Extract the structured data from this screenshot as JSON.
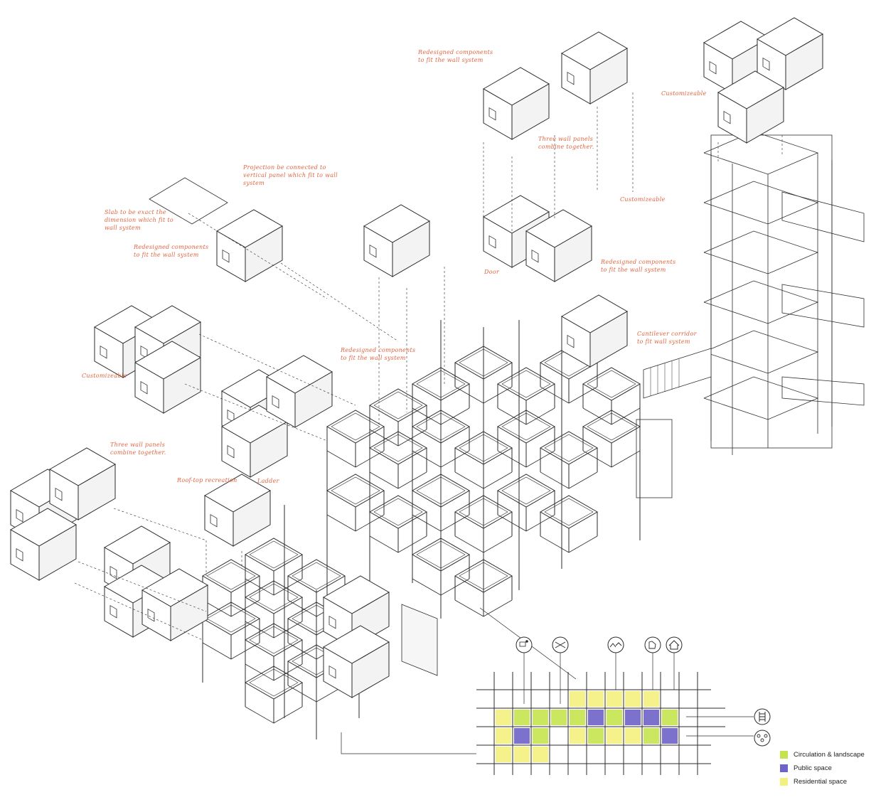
{
  "annotations": [
    {
      "id": "redesigned-top",
      "text": "Redesigned components\nto fit the wall system"
    },
    {
      "id": "three-panels-top",
      "text": "Three wall panels\ncombine together."
    },
    {
      "id": "customizable-right",
      "text": "Customizeable"
    },
    {
      "id": "customizable-mid",
      "text": "Customizeable"
    },
    {
      "id": "redesigned-mid-right",
      "text": "Redesigned components\nto fit the wall system"
    },
    {
      "id": "projection",
      "text": "Projection be connected to\nvertical panel which fit to wall\nsystem"
    },
    {
      "id": "slab",
      "text": "Slab to be exact the\ndimension which fit to\nwall system"
    },
    {
      "id": "redesigned-left",
      "text": "Redesigned components\nto fit the wall system"
    },
    {
      "id": "door",
      "text": "Door"
    },
    {
      "id": "cantilever",
      "text": "Cantilever corridor\nto fit wall system"
    },
    {
      "id": "customizable-left",
      "text": "Customizeable"
    },
    {
      "id": "redesigned-center",
      "text": "Redesigned components\nto fit the wall system"
    },
    {
      "id": "three-panels-left",
      "text": "Three wall panels\ncombine together."
    },
    {
      "id": "rooftop",
      "text": "Roof-top recreation"
    },
    {
      "id": "ladder",
      "text": "Ladder"
    }
  ],
  "legend": [
    {
      "label": "Circulation & landscape",
      "color": "#c5e34e"
    },
    {
      "label": "Public space",
      "color": "#6e63c8"
    },
    {
      "label": "Residential space",
      "color": "#f4f07e"
    }
  ],
  "plan_icons": {
    "top": [
      "study-icon",
      "sleep-icon",
      "houses-icon",
      "hand-icon",
      "home-icon"
    ],
    "right": [
      "ladder-icon",
      "community-icon"
    ]
  },
  "plan_grid": [
    [
      "",
      "",
      "",
      "",
      "R",
      "R",
      "R",
      "R",
      "R",
      ""
    ],
    [
      "R",
      "C",
      "C",
      "C",
      "C",
      "P",
      "C",
      "P",
      "P",
      "C"
    ],
    [
      "R",
      "P",
      "C",
      "",
      "R",
      "C",
      "R",
      "R",
      "C",
      "P"
    ],
    [
      "R",
      "R",
      "R",
      "",
      "",
      "",
      "",
      "",
      "",
      ""
    ],
    [
      "",
      "",
      "",
      "",
      "",
      "",
      "",
      "",
      "",
      ""
    ]
  ],
  "colors": {
    "ink": "#2b2b2b",
    "annotation": "#e2643f",
    "circulation": "#c5e34e",
    "public": "#6e63c8",
    "residential": "#f4f07e"
  }
}
